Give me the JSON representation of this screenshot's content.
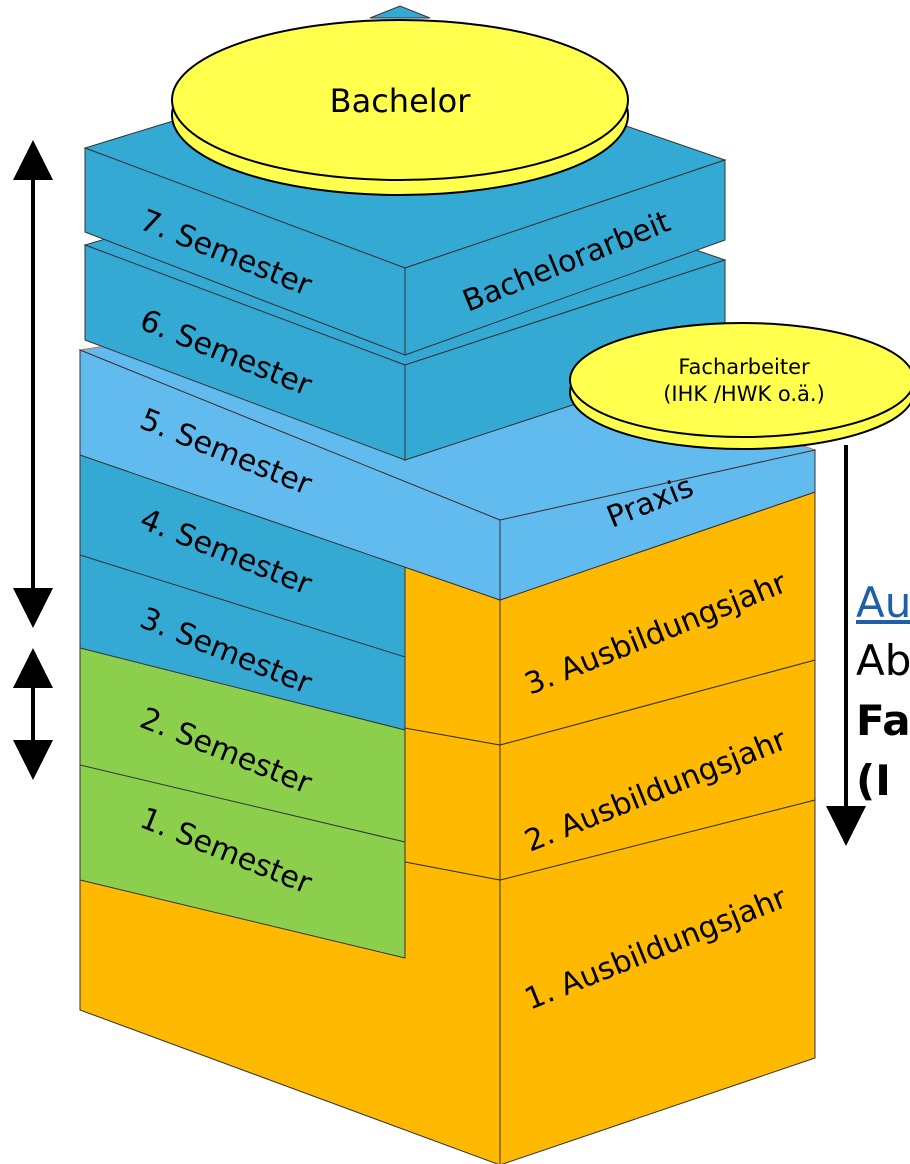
{
  "diagram": {
    "bachelor_disc": "Bachelor",
    "facharbeiter_disc": {
      "line1": "Facharbeiter",
      "line2": "(IHK /HWK o.ä.)"
    },
    "semesters": [
      "7. Semester",
      "6. Semester",
      "5. Semester",
      "4. Semester",
      "3. Semester",
      "2. Semester",
      "1. Semester"
    ],
    "right_faces": {
      "bachelorarbeit": "Bachelorarbeit",
      "praxis": "Praxis",
      "year3": "3. Ausbildungsjahr",
      "year2": "2. Ausbildungsjahr",
      "year1": "1. Ausbildungsjahr"
    },
    "side_text": [
      "Au",
      "Ab",
      "Fa",
      "(I"
    ],
    "colors": {
      "study_blue": "#33a9d4",
      "praxis_blue": "#62bbef",
      "training_orange": "#ffb900",
      "semester_green": "#8ccf4c",
      "disc_yellow": "#ffff4d"
    }
  }
}
